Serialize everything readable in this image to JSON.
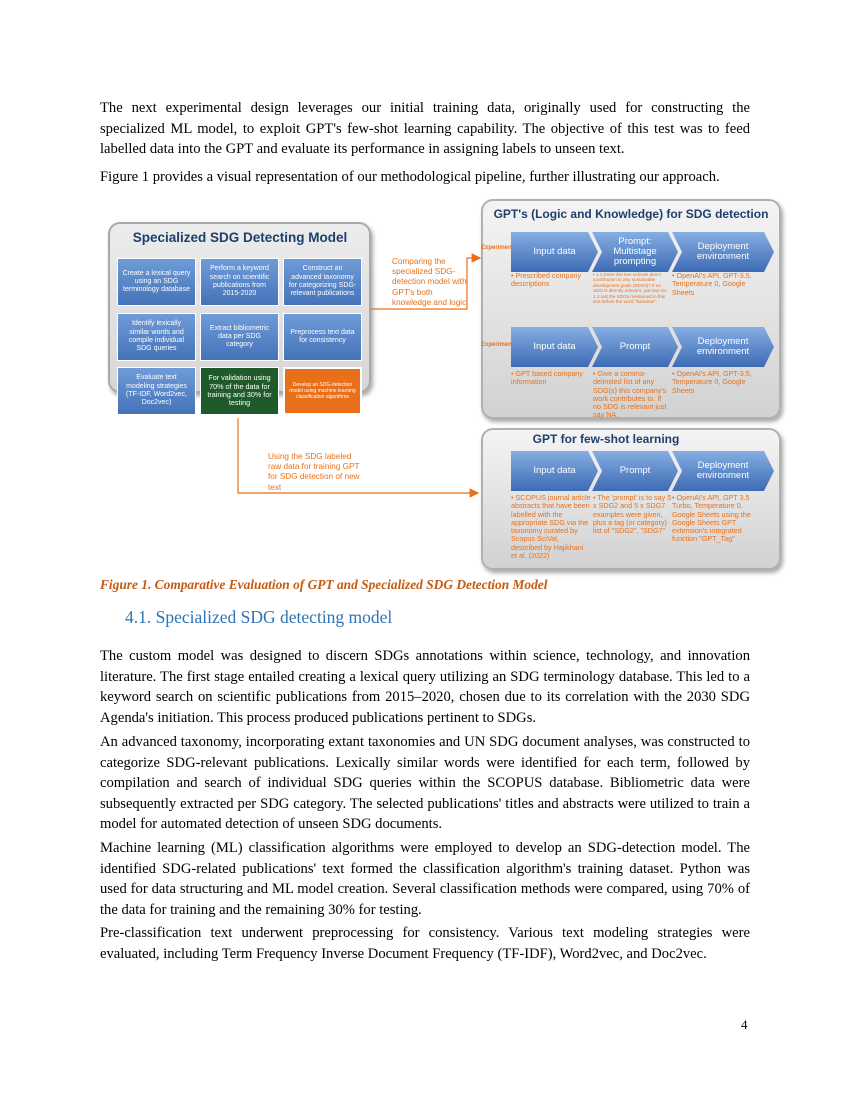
{
  "paragraphs": {
    "p1": "The next experimental design leverages our initial training data, originally used for constructing the specialized ML model, to exploit GPT's few-shot learning capability. The objective of this test was to feed labelled data into the GPT and evaluate its performance in assigning labels to unseen text.",
    "p2": "Figure 1 provides a visual representation of our methodological pipeline, further illustrating our approach.",
    "p3": "The custom model was designed to discern SDGs annotations within science, technology, and innovation literature. The first stage entailed creating a lexical query utilizing an SDG terminology database. This led to a keyword search on scientific publications from 2015–2020, chosen due to its correlation with the 2030 SDG Agenda's initiation. This process produced publications pertinent to SDGs.",
    "p4": "An advanced taxonomy, incorporating extant taxonomies and UN SDG document analyses, was constructed to categorize SDG-relevant publications. Lexically similar words were identified for each term, followed by compilation and search of individual SDG queries within the SCOPUS database. Bibliometric data were subsequently extracted per SDG category. The selected publications' titles and abstracts were utilized to train a model for automated detection of unseen SDG documents.",
    "p5": "Machine learning (ML) classification algorithms were employed to develop an SDG-detection model. The identified SDG-related publications' text formed the classification algorithm's training dataset. Python was used for data structuring and ML model creation. Several classification methods were compared, using 70% of the data for training and the remaining 30% for testing.",
    "p6": "Pre-classification text underwent preprocessing for consistency. Various text modeling strategies were evaluated, including Term Frequency Inverse Document Frequency (TF-IDF), Word2vec, and Doc2vec."
  },
  "figure": {
    "caption": "Figure 1. Comparative Evaluation of GPT and Specialized SDG Detection Model",
    "left_panel": {
      "title": "Specialized SDG Detecting Model",
      "boxes": [
        "Create a lexical query using an SDG terminology database",
        "Perform a keyword search on scientific publications from 2015-2020",
        "Construct an advanced taxonomy for categorizing SDG-relevant publications",
        "Identify lexically similar words and compile individual SDG queries",
        "Extract bibliometric data per SDG category",
        "Preprocess text data for consistency",
        "Evaluate text modeling strategies (TF-IDF, Word2vec, Doc2vec)",
        "For validation using 70% of the data for training and 30% for testing",
        "Develop an SDG-detection model using machine learning classification algorithms"
      ]
    },
    "annotations": {
      "compare": "Comparing the specialized SDG-detection model with GPT's both knowledge and logic",
      "fewshot": "Using the SDG labeled raw data for training GPT for SDG detection of new text"
    },
    "top_panel": {
      "title": "GPT's (Logic and Knowledge) for SDG detection",
      "exp1": {
        "label": "Experiment I",
        "chevrons": [
          "Input data",
          "Prompt: Multistage prompting",
          "Deployment environment"
        ],
        "notes": [
          "Prescribed company descriptions",
          "1.1 Does this text indicate direct contribution to any sustainable development goals (SDGs)? If no SDG is directly relevant, just say NA. 1.2 List the SDGs mentioned in this text before the word \"bananas\".",
          "OpenAI's API, GPT-3.5, Temperature 0, Google Sheets"
        ]
      },
      "exp2": {
        "label": "Experiment II",
        "chevrons": [
          "Input data",
          "Prompt",
          "Deployment environment"
        ],
        "notes": [
          "GPT based company information",
          "Give a comma-delimited list of any SDG(s) this company's work contributes to. If no SDG is relevant just say NA.",
          "OpenAI's API, GPT-3.5, Temperature 0, Google Sheets"
        ]
      }
    },
    "bottom_panel": {
      "title": "GPT for few-shot learning",
      "chevrons": [
        "Input data",
        "Prompt",
        "Deployment environment"
      ],
      "notes": [
        "SCOPUS journal article abstracts that have been labelled with the appropriate SDG via the taxonomy curated by Scopus SciVal, described by Hajikhani et al. (2022)",
        "The 'prompt' is to say 5 x SDG2 and 5 x SDG7 examples were given, plus a tag (or category) list of \"SDG2\", \"SDG7\"",
        "OpenAI's API, GPT 3.5 Turbo, Temperature 0, Google Sheets using the Google Sheets GPT extension's integrated function \"GPT_Tag\""
      ]
    }
  },
  "section_heading": "4.1. Specialized SDG detecting model",
  "page_number": "4",
  "colors": {
    "accent_orange": "#e8701a",
    "box_blue": "#4f7fc4",
    "heading_blue": "#2e74b5",
    "caption_orange": "#c55a11",
    "green_box": "#1f5b2a"
  }
}
